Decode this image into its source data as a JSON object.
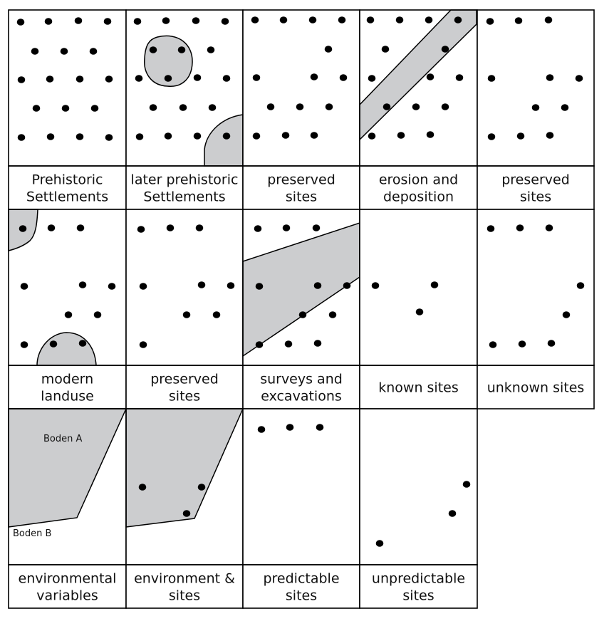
{
  "diagram": {
    "panels": [
      {
        "id": "prehistoric-settlements",
        "caption": [
          "Prehistoric",
          "Settlements"
        ]
      },
      {
        "id": "later-prehistoric-settlements",
        "caption": [
          "later prehistoric",
          "Settlements"
        ]
      },
      {
        "id": "preserved-sites-1",
        "caption": [
          "preserved",
          "sites"
        ]
      },
      {
        "id": "erosion-and-deposition",
        "caption": [
          "erosion and",
          "deposition"
        ]
      },
      {
        "id": "preserved-sites-2",
        "caption": [
          "preserved",
          "sites"
        ]
      },
      {
        "id": "modern-landuse",
        "caption": [
          "modern",
          "landuse"
        ]
      },
      {
        "id": "preserved-sites-3",
        "caption": [
          "preserved",
          "sites"
        ]
      },
      {
        "id": "surveys-and-excavations",
        "caption": [
          "surveys and",
          "excavations"
        ]
      },
      {
        "id": "known-sites",
        "caption": [
          "known sites"
        ]
      },
      {
        "id": "unknown-sites",
        "caption": [
          "unknown sites"
        ]
      },
      {
        "id": "environmental-variables",
        "caption": [
          "environmental",
          "variables"
        ],
        "labels": [
          "Boden A",
          "Boden B"
        ]
      },
      {
        "id": "environment-and-sites",
        "caption": [
          "environment &",
          "sites"
        ]
      },
      {
        "id": "predictable-sites",
        "caption": [
          "predictable",
          "sites"
        ]
      },
      {
        "id": "unpredictable-sites",
        "caption": [
          "unpredictable",
          "sites"
        ]
      }
    ],
    "colors": {
      "shade": "#cccdcf",
      "stroke": "#000000",
      "dot": "#000000",
      "background": "#ffffff"
    }
  }
}
